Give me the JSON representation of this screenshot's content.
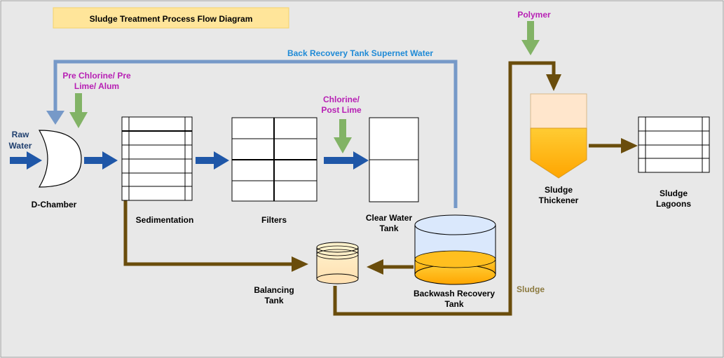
{
  "title": "Sludge Treatment Process Flow Diagram",
  "labels": {
    "raw_water_1": "Raw",
    "raw_water_2": "Water",
    "d_chamber": "D-Chamber",
    "sedimentation": "Sedimentation",
    "filters": "Filters",
    "clear_water_1": "Clear Water",
    "clear_water_2": "Tank",
    "backwash_1": "Backwash Recovery",
    "backwash_2": "Tank",
    "balancing_1": "Balancing",
    "balancing_2": "Tank",
    "thickener_1": "Sludge",
    "thickener_2": "Thickener",
    "lagoons_1": "Sludge",
    "lagoons_2": "Lagoons",
    "sludge": "Sludge",
    "polymer": "Polymer",
    "pre_chlorine_1": "Pre Chlorine/ Pre",
    "pre_chlorine_2": "Lime/ Alum",
    "chlorine_1": "Chlorine/",
    "chlorine_2": "Post Lime",
    "supernet": "Back Recovery Tank Supernet Water"
  },
  "colors": {
    "background": "#e8e8e8",
    "title_fill": "#ffe59a",
    "water_arrow": "#1f57a8",
    "recycle_line": "#7699c8",
    "chemical_arrow": "#82b366",
    "sludge_line": "#6a4d0c",
    "chemical_text": "#b71fb4",
    "supernet_text": "#1f8ad6",
    "sludge_text": "#8c7a40",
    "dark_blue_text": "#1f3f6e",
    "tank_orange": "#ffb21c",
    "tank_peach": "#ffe6cc",
    "tank_blue": "#dae8fc"
  }
}
